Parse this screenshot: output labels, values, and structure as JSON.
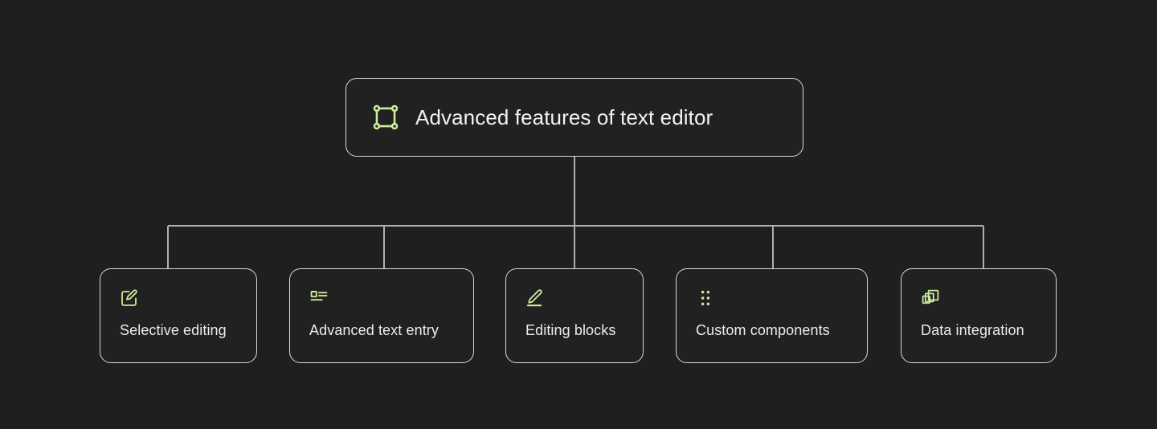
{
  "diagram": {
    "type": "hierarchy-tree",
    "background_color": "#1f1f1f",
    "accent_color": "#cdeb9d",
    "text_color": "#f2f2f2",
    "border_color": "#d9d9d9",
    "connector_color": "#b0b0b0",
    "root": {
      "label": "Advanced features of text editor",
      "icon": "frame-corners-icon"
    },
    "children": [
      {
        "label": "Selective editing",
        "icon": "square-pencil-icon"
      },
      {
        "label": "Advanced text entry",
        "icon": "text-block-icon"
      },
      {
        "label": "Editing blocks",
        "icon": "pencil-underline-icon"
      },
      {
        "label": "Custom components",
        "icon": "grid-dots-icon"
      },
      {
        "label": "Data integration",
        "icon": "stacked-squares-icon"
      }
    ]
  }
}
